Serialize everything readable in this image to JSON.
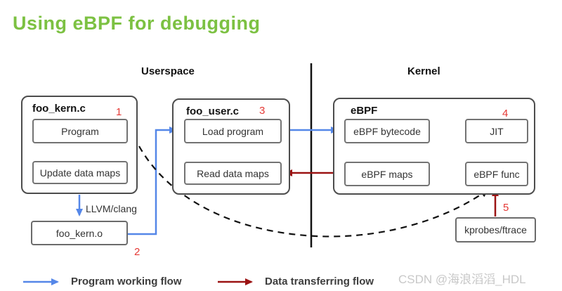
{
  "title": "Using eBPF for debugging",
  "headers": {
    "userspace": "Userspace",
    "kernel": "Kernel"
  },
  "groups": {
    "foo_kern_c": {
      "title": "foo_kern.c",
      "num": "1",
      "program": "Program",
      "update": "Update data maps"
    },
    "foo_user_c": {
      "title": "foo_user.c",
      "num": "3",
      "load": "Load program",
      "read": "Read data maps"
    },
    "ebpf": {
      "title": "eBPF",
      "num": "4",
      "bytecode": "eBPF bytecode",
      "jit": "JIT",
      "maps": "eBPF maps",
      "func": "eBPF func"
    }
  },
  "nodes": {
    "foo_kern_o": {
      "label": "foo_kern.o",
      "num": "2"
    },
    "kprobes": {
      "label": "kprobes/ftrace",
      "num": "5"
    }
  },
  "labels": {
    "llvm": "LLVM/clang"
  },
  "legend": {
    "program_flow": "Program working flow",
    "data_flow": "Data transferring flow"
  },
  "watermark": "CSDN @海浪滔滔_HDL",
  "colors": {
    "title_green": "#7cc142",
    "program_flow_blue": "#5587e8",
    "data_flow_darkred": "#9b1313",
    "step_number_red": "#e53935",
    "divider_black": "#111111",
    "watermark_gray": "#c8c8c8"
  }
}
